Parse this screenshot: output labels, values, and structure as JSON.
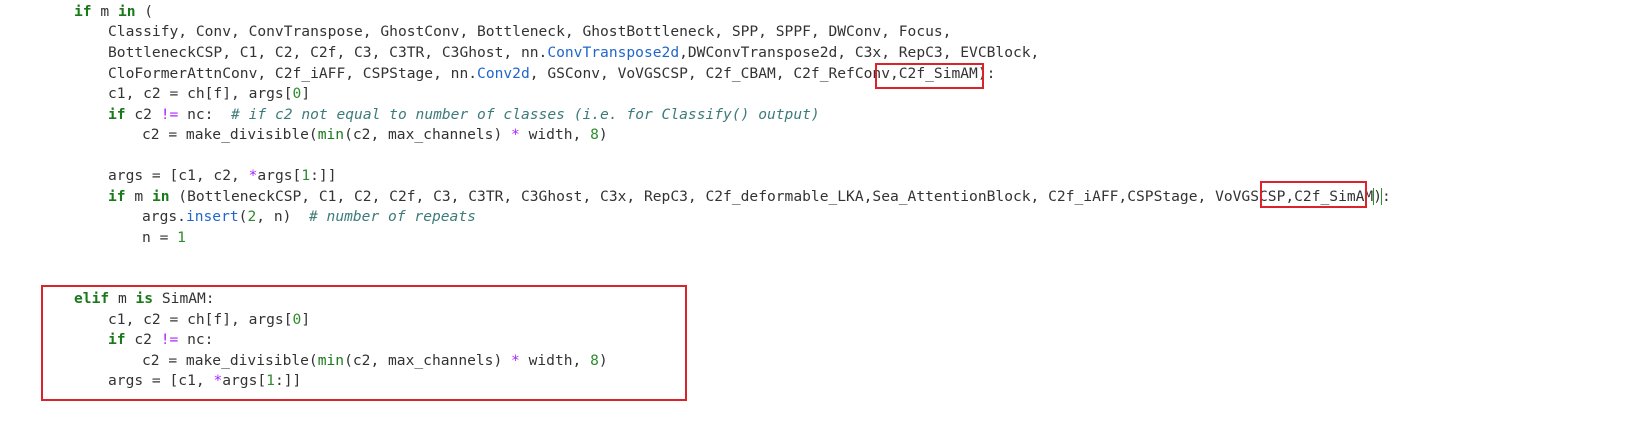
{
  "lines": [
    {
      "segs": [
        {
          "t": "if",
          "c": "kw"
        },
        {
          "t": " m ",
          "c": "txt"
        },
        {
          "t": "in",
          "c": "kw"
        },
        {
          "t": " (",
          "c": "txt"
        }
      ]
    },
    {
      "segs": [
        {
          "t": "Classify, Conv, ConvTranspose, GhostConv, Bottleneck, GhostBottleneck, SPP, SPPF, DWConv, Focus,",
          "c": "txt"
        }
      ]
    },
    {
      "segs": [
        {
          "t": "BottleneckCSP, C1, C2, C2f, C3, C3TR, C3Ghost, nn.",
          "c": "txt"
        },
        {
          "t": "ConvTranspose2d",
          "c": "cls"
        },
        {
          "t": ",DWConvTranspose2d, C3x, RepC3, EVCBlock,",
          "c": "txt"
        }
      ]
    },
    {
      "segs": [
        {
          "t": "CloFormerAttnConv, C2f_iAFF, CSPStage, nn.",
          "c": "txt"
        },
        {
          "t": "Conv2d",
          "c": "cls"
        },
        {
          "t": ", GSConv, VoVGSCSP, C2f_CBAM, C2f_RefConv,C2f_SimAM):",
          "c": "txt"
        }
      ]
    },
    {
      "segs": [
        {
          "t": "c1, c2 = ch[f], args[",
          "c": "txt"
        },
        {
          "t": "0",
          "c": "num"
        },
        {
          "t": "]",
          "c": "txt"
        }
      ]
    },
    {
      "segs": [
        {
          "t": "if",
          "c": "kw"
        },
        {
          "t": " c2 ",
          "c": "txt"
        },
        {
          "t": "!=",
          "c": "op"
        },
        {
          "t": " nc:  ",
          "c": "txt"
        },
        {
          "t": "# if c2 not equal to number of classes (i.e. for Classify() output)",
          "c": "cmt"
        }
      ]
    },
    {
      "segs": [
        {
          "t": "c2 = make_divisible(",
          "c": "txt"
        },
        {
          "t": "min",
          "c": "fn"
        },
        {
          "t": "(c2, max_channels) ",
          "c": "txt"
        },
        {
          "t": "*",
          "c": "op"
        },
        {
          "t": " width, ",
          "c": "txt"
        },
        {
          "t": "8",
          "c": "num"
        },
        {
          "t": ")",
          "c": "txt"
        }
      ]
    },
    {
      "segs": [
        {
          "t": "args = [c1, c2, ",
          "c": "txt"
        },
        {
          "t": "*",
          "c": "op"
        },
        {
          "t": "args[",
          "c": "txt"
        },
        {
          "t": "1",
          "c": "num"
        },
        {
          "t": ":]]",
          "c": "txt"
        }
      ]
    },
    {
      "segs": [
        {
          "t": "if",
          "c": "kw"
        },
        {
          "t": " m ",
          "c": "txt"
        },
        {
          "t": "in",
          "c": "kw"
        },
        {
          "t": " (BottleneckCSP, C1, C2, C2f, C3, C3TR, C3Ghost, C3x, RepC3, C2f_deformable_LKA,Sea_AttentionBlock, C2f_iAFF,CSPStage, VoVGSCSP,C2f_SimAM",
          "c": "txt"
        },
        {
          "t": ")",
          "c": "cursor"
        },
        {
          "t": ":",
          "c": "txt"
        }
      ]
    },
    {
      "segs": [
        {
          "t": "args.",
          "c": "txt"
        },
        {
          "t": "insert",
          "c": "cls"
        },
        {
          "t": "(",
          "c": "txt"
        },
        {
          "t": "2",
          "c": "num"
        },
        {
          "t": ", n)  ",
          "c": "txt"
        },
        {
          "t": "# number of repeats",
          "c": "cmt"
        }
      ]
    },
    {
      "segs": [
        {
          "t": "n = ",
          "c": "txt"
        },
        {
          "t": "1",
          "c": "num"
        }
      ]
    },
    {
      "segs": [
        {
          "t": "elif",
          "c": "kw"
        },
        {
          "t": " m ",
          "c": "txt"
        },
        {
          "t": "is",
          "c": "kw"
        },
        {
          "t": " SimAM:",
          "c": "txt"
        }
      ]
    },
    {
      "segs": [
        {
          "t": "c1, c2 = ch[f], args[",
          "c": "txt"
        },
        {
          "t": "0",
          "c": "num"
        },
        {
          "t": "]",
          "c": "txt"
        }
      ]
    },
    {
      "segs": [
        {
          "t": "if",
          "c": "kw"
        },
        {
          "t": " c2 ",
          "c": "txt"
        },
        {
          "t": "!=",
          "c": "op"
        },
        {
          "t": " nc:",
          "c": "txt"
        }
      ]
    },
    {
      "segs": [
        {
          "t": "c2 = make_divisible(",
          "c": "txt"
        },
        {
          "t": "min",
          "c": "fn"
        },
        {
          "t": "(c2, max_channels) ",
          "c": "txt"
        },
        {
          "t": "*",
          "c": "op"
        },
        {
          "t": " width, ",
          "c": "txt"
        },
        {
          "t": "8",
          "c": "num"
        },
        {
          "t": ")",
          "c": "txt"
        }
      ]
    },
    {
      "segs": [
        {
          "t": "args = [c1, ",
          "c": "txt"
        },
        {
          "t": "*",
          "c": "op"
        },
        {
          "t": "args[",
          "c": "txt"
        },
        {
          "t": "1",
          "c": "num"
        },
        {
          "t": ":]]",
          "c": "txt"
        }
      ]
    }
  ]
}
